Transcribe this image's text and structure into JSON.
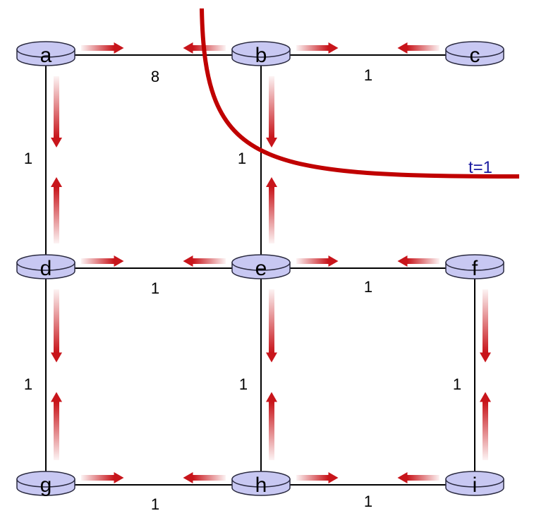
{
  "nodes": [
    {
      "id": "a",
      "label": "a"
    },
    {
      "id": "b",
      "label": "b"
    },
    {
      "id": "c",
      "label": "c"
    },
    {
      "id": "d",
      "label": "d"
    },
    {
      "id": "e",
      "label": "e"
    },
    {
      "id": "f",
      "label": "f"
    },
    {
      "id": "g",
      "label": "g"
    },
    {
      "id": "h",
      "label": "h"
    },
    {
      "id": "i",
      "label": "i"
    }
  ],
  "links": [
    {
      "from": "a",
      "to": "b",
      "weight": "8"
    },
    {
      "from": "b",
      "to": "c",
      "weight": "1"
    },
    {
      "from": "a",
      "to": "d",
      "weight": "1"
    },
    {
      "from": "b",
      "to": "e",
      "weight": "1"
    },
    {
      "from": "d",
      "to": "e",
      "weight": "1"
    },
    {
      "from": "e",
      "to": "f",
      "weight": "1"
    },
    {
      "from": "d",
      "to": "g",
      "weight": "1"
    },
    {
      "from": "e",
      "to": "h",
      "weight": "1"
    },
    {
      "from": "f",
      "to": "i",
      "weight": "1"
    },
    {
      "from": "g",
      "to": "h",
      "weight": "1"
    },
    {
      "from": "h",
      "to": "i",
      "weight": "1"
    }
  ],
  "time_boundary": {
    "label": "t=1",
    "color": "#c00000",
    "label_color": "#1a1aa0"
  },
  "colors": {
    "router_fill": "#c8c8f2",
    "router_stroke": "#2a2a40",
    "arrow": "#c8151b",
    "link": "#000000"
  }
}
